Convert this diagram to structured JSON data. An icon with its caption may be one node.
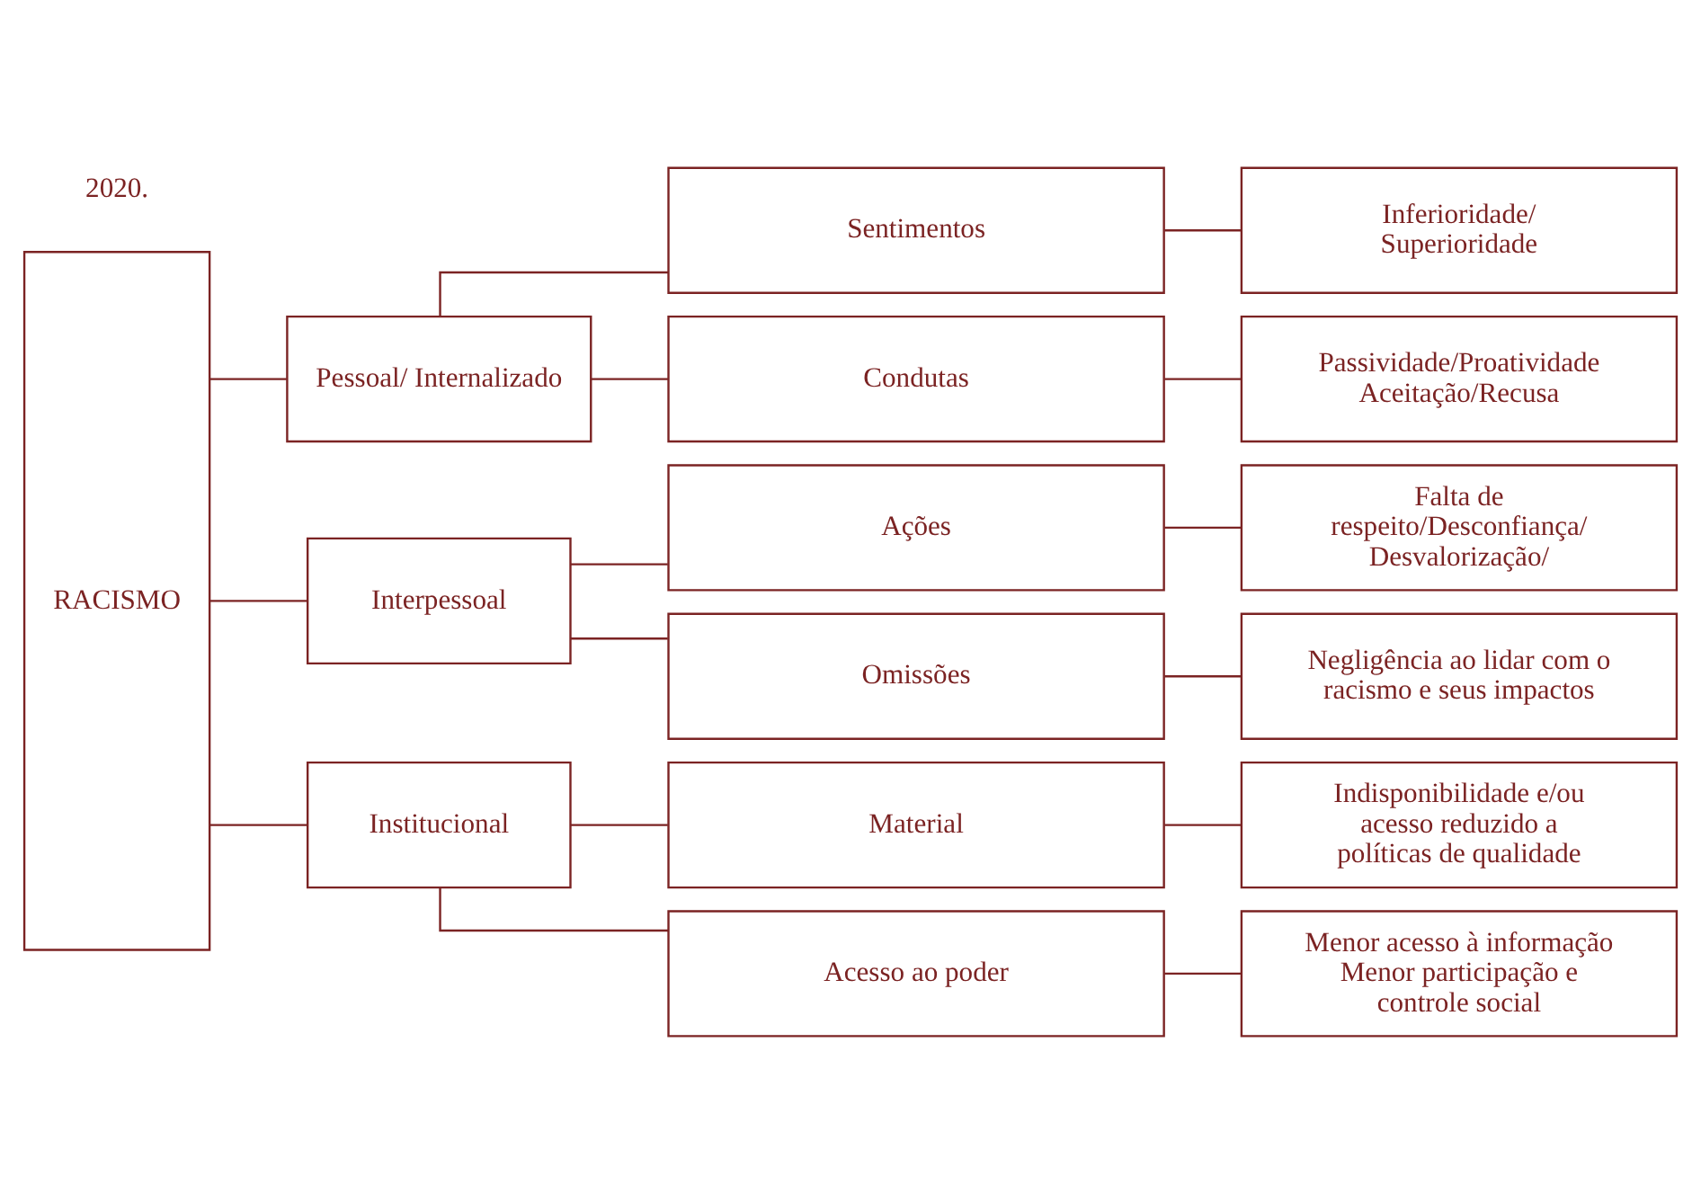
{
  "diagram": {
    "nodes": [
      {
        "text": [
          "RACISMO"
        ]
      },
      {
        "text": [
          "Pessoal/ Internalizado"
        ]
      },
      {
        "text": [
          "Sentimentos"
        ]
      },
      {
        "text": [
          "Inferioridade/ Superioridade"
        ]
      },
      {
        "text": [
          "Condutas"
        ]
      },
      {
        "text": [
          "Passividade/Proatividade Aceitação/Recusa"
        ]
      },
      {
        "text": [
          "Interpessoal"
        ]
      },
      {
        "text": [
          "Ações"
        ]
      },
      {
        "text": [
          "Falta de respeito/Desconfiança/ Desvalorização/"
        ]
      },
      {
        "text": [
          "Omissões"
        ]
      },
      {
        "text": [
          "Negligência ao lidar com o racismo e seus impactos"
        ]
      },
      {
        "text": [
          "Institucional"
        ]
      },
      {
        "text": [
          "Material"
        ]
      },
      {
        "text": [
          "Indisponibilidade e/ou acesso reduzido a políticas de qualidade"
        ]
      },
      {
        "text": [
          "Acesso ao poder"
        ]
      },
      {
        "text": [
          "Menor acesso à informação Menor participação e controle social"
        ]
      }
    ],
    "edges": [
      {
        "from": 0,
        "to": 1,
        "arrow": "none"
      },
      {
        "from": 0,
        "to": 6,
        "arrow": "none"
      },
      {
        "from": 0,
        "to": 11,
        "arrow": "none"
      },
      {
        "from": 1,
        "to": 2,
        "arrow": "none"
      },
      {
        "from": 1,
        "to": 4,
        "arrow": "none"
      },
      {
        "from": 2,
        "to": 3,
        "arrow": "none"
      },
      {
        "from": 4,
        "to": 5,
        "arrow": "none"
      },
      {
        "from": 6,
        "to": 7,
        "arrow": "none"
      },
      {
        "from": 6,
        "to": 9,
        "arrow": "none"
      },
      {
        "from": 7,
        "to": 8,
        "arrow": "none"
      },
      {
        "from": 9,
        "to": 10,
        "arrow": "none"
      },
      {
        "from": 11,
        "to": 12,
        "arrow": "none"
      },
      {
        "from": 11,
        "to": 14,
        "arrow": "none"
      },
      {
        "from": 12,
        "to": 13,
        "arrow": "none"
      },
      {
        "from": 14,
        "to": 15,
        "arrow": "none"
      }
    ],
    "labels": [
      "2020."
    ]
  }
}
